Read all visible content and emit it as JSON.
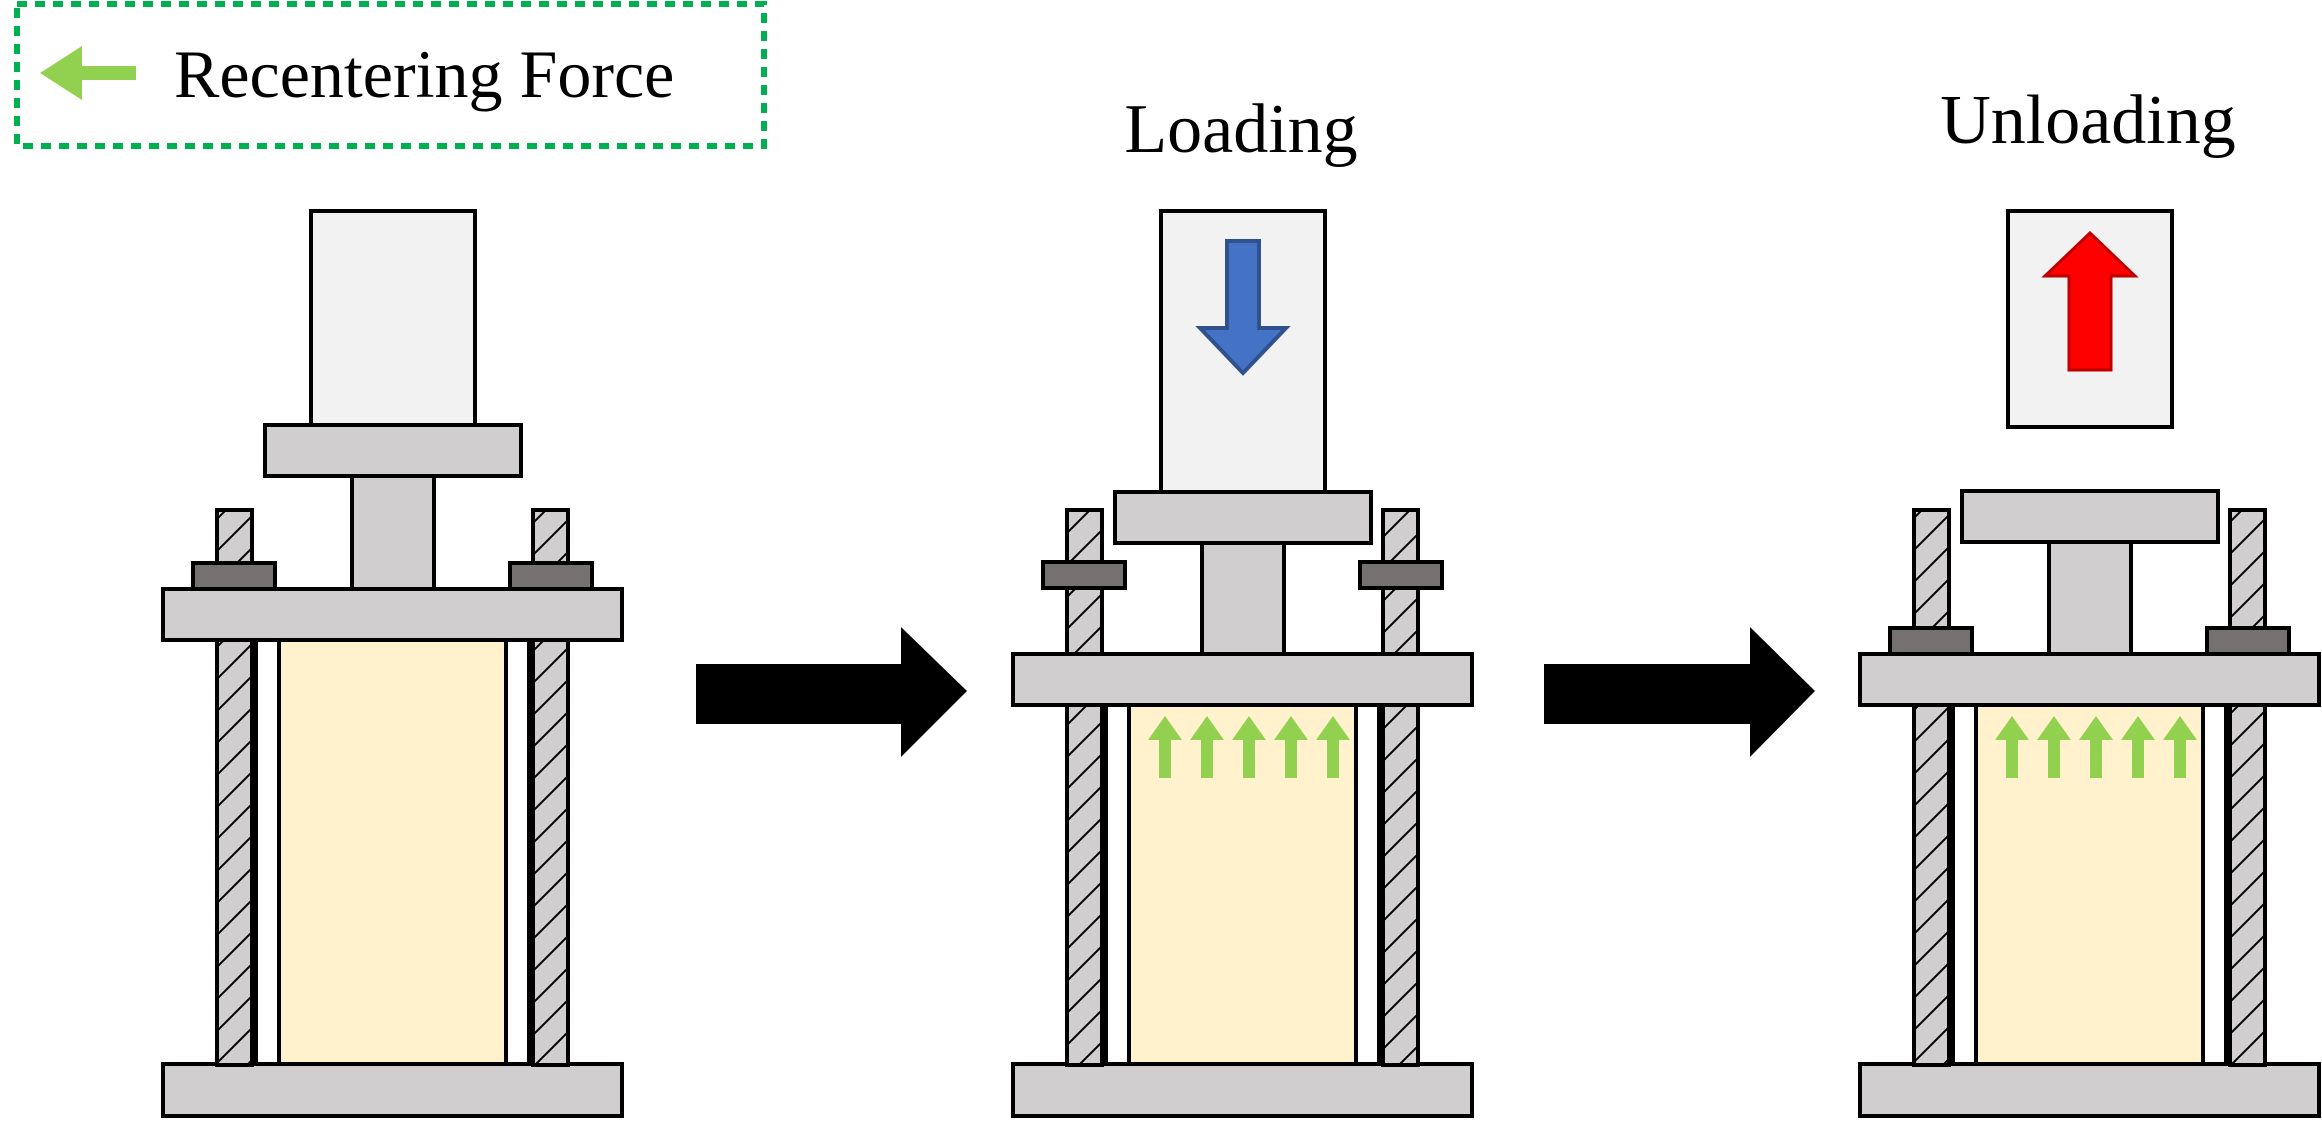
{
  "legend": {
    "label": "Recentering Force",
    "border_color": "#00B050",
    "arrow_color": "#92D050"
  },
  "stages": [
    {
      "id": "initial",
      "title": ""
    },
    {
      "id": "loading",
      "title": "Loading",
      "load_arrow": "down",
      "load_arrow_color": "#4472C4"
    },
    {
      "id": "unloading",
      "title": "Unloading",
      "load_arrow": "up",
      "load_arrow_color": "#FF0000"
    }
  ],
  "colors": {
    "steel_gray": "#D0CECE",
    "actuator_fill": "#F2F2F2",
    "specimen_fill": "#FFF2CC",
    "nut_fill": "#767171",
    "outline": "#000000",
    "recentering_arrow": "#92D050",
    "process_arrow": "#000000"
  },
  "process_arrows": [
    "initial-to-loading",
    "loading-to-unloading"
  ]
}
